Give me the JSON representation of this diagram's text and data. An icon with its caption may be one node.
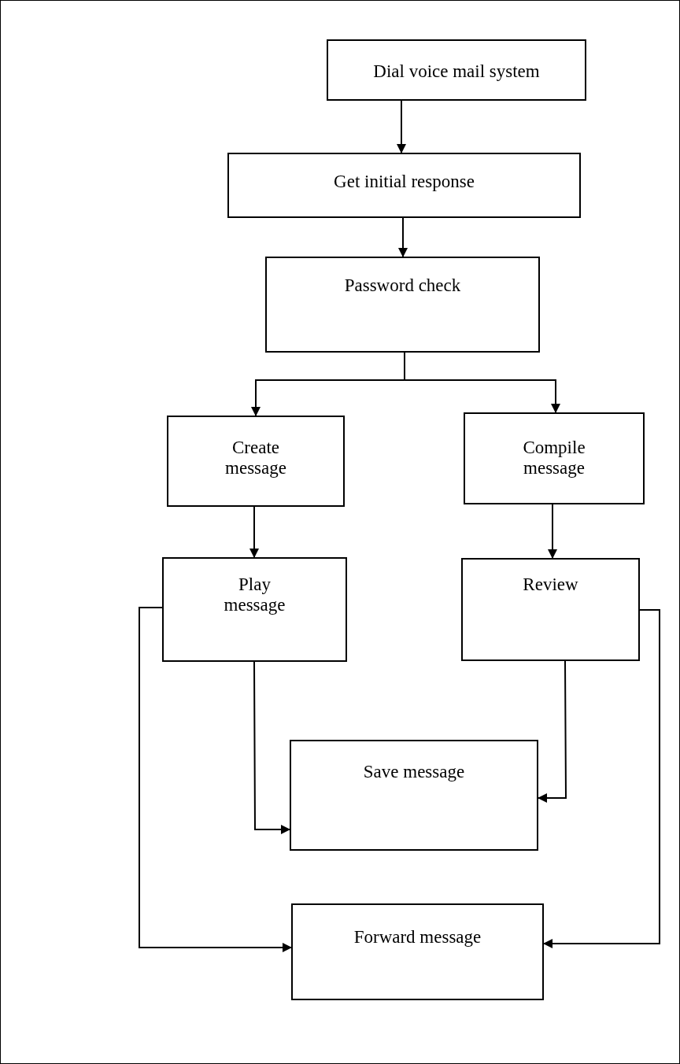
{
  "diagram": {
    "nodes": [
      {
        "text": [
          "Dial voice mail system"
        ]
      },
      {
        "text": [
          "Get initial response"
        ]
      },
      {
        "text": [
          "Password check"
        ]
      },
      {
        "text": [
          "Create message"
        ]
      },
      {
        "text": [
          "Compile message"
        ]
      },
      {
        "text": [
          "Play message"
        ]
      },
      {
        "text": [
          "Review"
        ]
      },
      {
        "text": [
          "Save message"
        ]
      },
      {
        "text": [
          "Forward message"
        ]
      }
    ],
    "edges": [
      {
        "from": 0,
        "to": 1,
        "arrow": "to"
      },
      {
        "from": 1,
        "to": 2,
        "arrow": "to"
      },
      {
        "from": 2,
        "to": 3,
        "arrow": "to"
      },
      {
        "from": 2,
        "to": 4,
        "arrow": "to"
      },
      {
        "from": 3,
        "to": 5,
        "arrow": "to"
      },
      {
        "from": 4,
        "to": 6,
        "arrow": "to"
      },
      {
        "from": 5,
        "to": 7,
        "arrow": "to"
      },
      {
        "from": 6,
        "to": 7,
        "arrow": "to"
      },
      {
        "from": 5,
        "to": 8,
        "arrow": "to"
      },
      {
        "from": 6,
        "to": 8,
        "arrow": "to"
      }
    ]
  }
}
